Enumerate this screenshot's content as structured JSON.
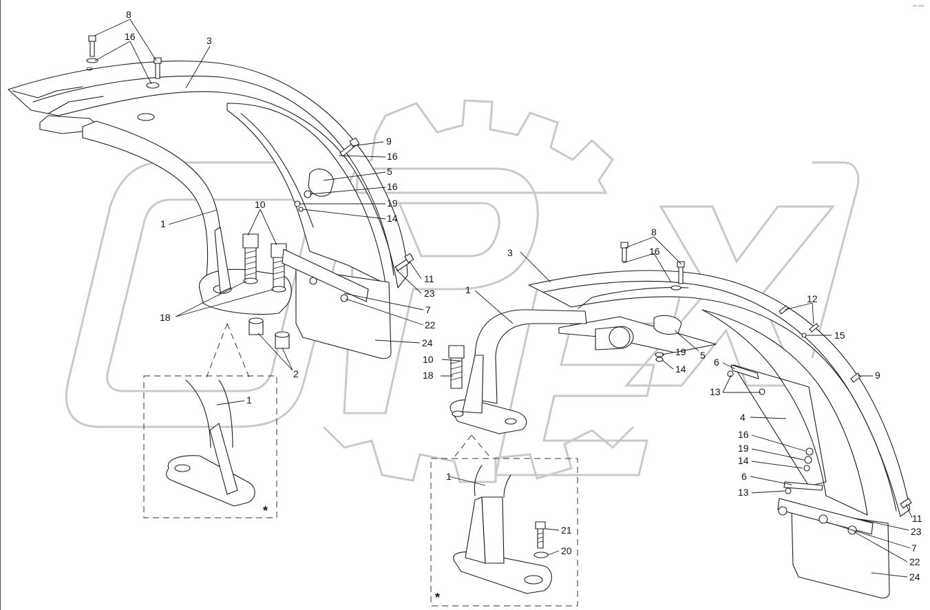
{
  "corner_mark": "ᵒ⁰ ᵒᵒᵒ",
  "watermark_text": "OPEX",
  "labels": {
    "left_8": "8",
    "left_16a": "16",
    "left_3": "3",
    "left_9": "9",
    "left_16b": "16",
    "left_5": "5",
    "left_16c": "16",
    "left_19": "19",
    "left_14": "14",
    "left_1": "1",
    "left_10": "10",
    "left_11": "11",
    "left_23": "23",
    "left_7": "7",
    "left_18": "18",
    "left_22": "22",
    "left_24": "24",
    "left_2": "2",
    "inset_left_1": "1",
    "inset_left_star": "*",
    "right_8": "8",
    "right_3": "3",
    "right_16a": "16",
    "right_1": "1",
    "right_12": "12",
    "right_15": "15",
    "right_10": "10",
    "right_19a": "19",
    "right_5": "5",
    "right_14a": "14",
    "right_6a": "6",
    "right_18": "18",
    "right_9": "9",
    "right_13a": "13",
    "right_4": "4",
    "right_16b": "16",
    "right_19b": "19",
    "right_14b": "14",
    "right_6b": "6",
    "right_13b": "13",
    "right_11": "11",
    "right_23": "23",
    "right_7": "7",
    "right_22": "22",
    "right_24": "24",
    "inset_right_1": "1",
    "inset_right_21": "21",
    "inset_right_20": "20",
    "inset_right_star": "*"
  },
  "colors": {
    "line": "#1a1a1a",
    "watermark": "#c9c9c9",
    "background": "#ffffff"
  }
}
